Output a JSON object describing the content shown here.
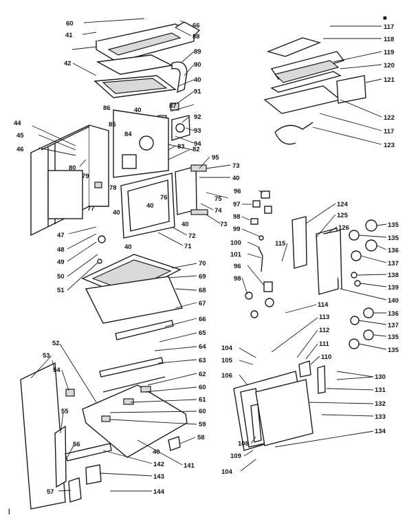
{
  "diagram": {
    "labels": [
      "60",
      "66",
      "88",
      "41",
      "89",
      "42",
      "90",
      "40",
      "91",
      "87",
      "86",
      "40",
      "92",
      "93",
      "94",
      "85",
      "84",
      "44",
      "45",
      "46",
      "80",
      "83",
      "82",
      "95",
      "73",
      "40",
      "79",
      "78",
      "76",
      "77",
      "40",
      "40",
      "75",
      "74",
      "73",
      "40",
      "47",
      "72",
      "71",
      "48",
      "49",
      "40",
      "50",
      "51",
      "70",
      "69",
      "68",
      "67",
      "66",
      "65",
      "64",
      "63",
      "62",
      "60",
      "61",
      "60",
      "59",
      "58",
      "52",
      "53",
      "54",
      "55",
      "56",
      "40",
      "141",
      "142",
      "143",
      "57",
      "144",
      "117",
      "118",
      "119",
      "120",
      "121",
      "122",
      "117",
      "123",
      "124",
      "125",
      "126",
      "135",
      "135",
      "136",
      "137",
      "138",
      "139",
      "140",
      "115",
      "96",
      "97",
      "98",
      "99",
      "100",
      "101",
      "96",
      "98",
      "114",
      "136",
      "137",
      "135",
      "135",
      "113",
      "112",
      "111",
      "110",
      "130",
      "131",
      "132",
      "133",
      "134",
      "104",
      "105",
      "106",
      "108",
      "109",
      "104"
    ],
    "corner_mark": "■",
    "bottom_mark": "|"
  },
  "colors": {
    "ink": "#1a1a1a",
    "paper": "#ffffff",
    "fill": "#d9d9d9"
  }
}
